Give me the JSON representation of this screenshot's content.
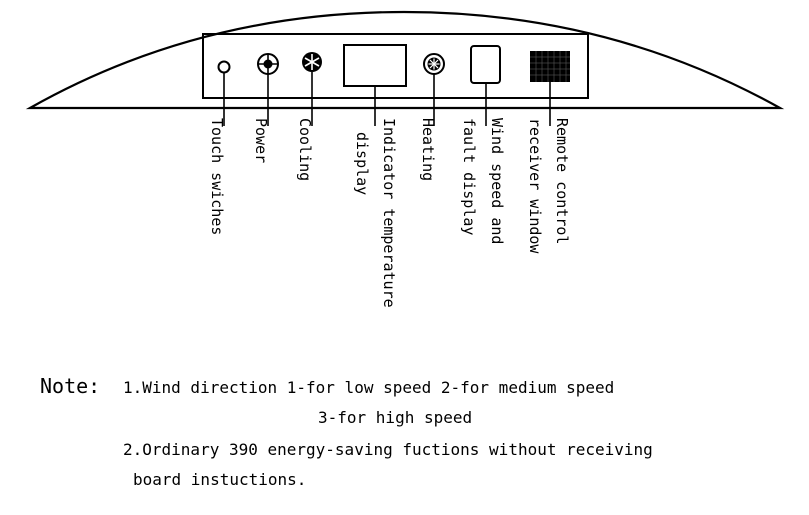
{
  "labels": {
    "touch": "Touch swiches",
    "power": "Power",
    "cooling": "Cooling",
    "indicator_1": "Indicator temperature",
    "indicator_2": "display",
    "heating": "Heating",
    "wind_1": "Wind speed and",
    "wind_2": "fault display",
    "remote_1": "Remote control",
    "remote_2": "receiver window"
  },
  "note": {
    "heading": "Note:",
    "line_1": "1.Wind direction  1-for low speed   2-for medium speed",
    "line_2": "3-for high speed",
    "line_3": "2.Ordinary 390 energy-saving fuctions without receiving",
    "line_4": "board instuctions."
  },
  "icons": {
    "touch": "small-circle-icon",
    "power": "power-icon",
    "cooling": "snowflake-icon",
    "heating": "sun-icon",
    "remote": "grid-window-icon"
  },
  "colors": {
    "line": "#000000",
    "background": "#ffffff"
  }
}
